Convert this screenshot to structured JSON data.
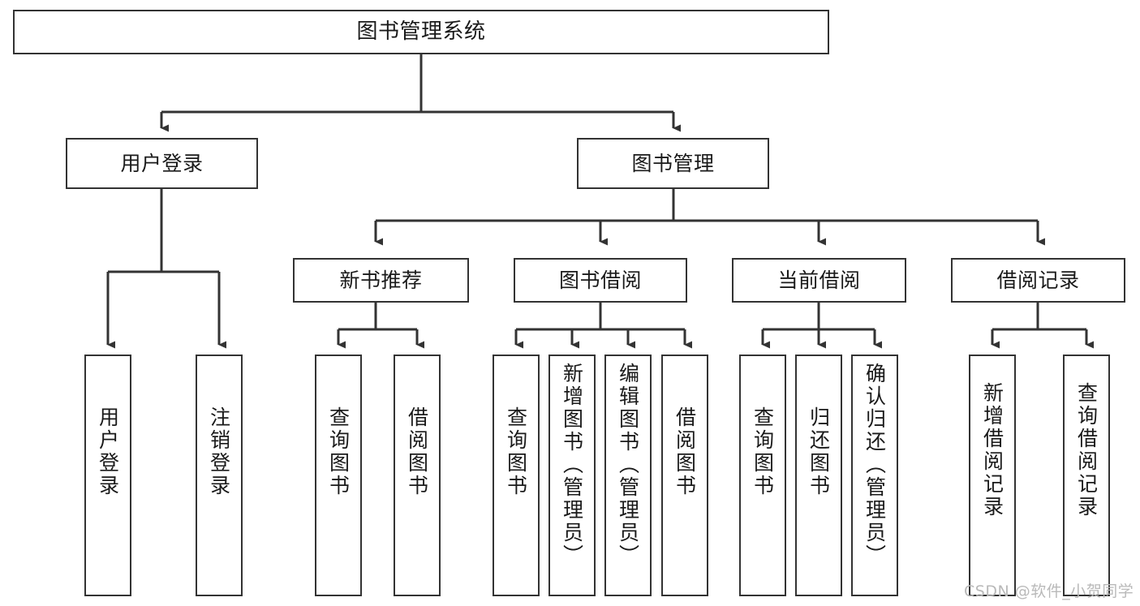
{
  "diagram": {
    "title": "图书管理系统",
    "type": "hierarchy-tree",
    "watermark": "CSDN @软件_小贺同学",
    "colors": {
      "background": "#ffffff",
      "border": "#333333",
      "text": "#1a1a1a",
      "edge": "#333333",
      "watermark": "#b9b9b9"
    },
    "nodes": {
      "root": {
        "label": "图书管理系统"
      },
      "level2": [
        {
          "label": "用户登录"
        },
        {
          "label": "图书管理"
        }
      ],
      "level3": [
        {
          "label": "新书推荐"
        },
        {
          "label": "图书借阅"
        },
        {
          "label": "当前借阅"
        },
        {
          "label": "借阅记录"
        }
      ],
      "leaves": {
        "user_login": [
          {
            "label": "用户登录"
          },
          {
            "label": "注销登录"
          }
        ],
        "new_book_recommend": [
          {
            "label": "查询图书"
          },
          {
            "label": "借阅图书"
          }
        ],
        "book_borrow": [
          {
            "label": "查询图书"
          },
          {
            "label": "新增图书（管理员）"
          },
          {
            "label": "编辑图书（管理员）"
          },
          {
            "label": "借阅图书"
          }
        ],
        "current_borrow": [
          {
            "label": "查询图书"
          },
          {
            "label": "归还图书"
          },
          {
            "label": "确认归还（管理员）"
          }
        ],
        "borrow_record": [
          {
            "label": "新增借阅记录"
          },
          {
            "label": "查询借阅记录"
          }
        ]
      }
    }
  }
}
